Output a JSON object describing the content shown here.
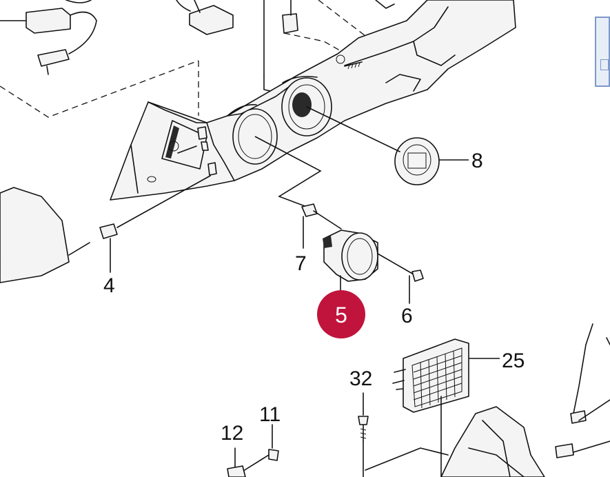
{
  "callouts": {
    "c4": "4",
    "c5": "5",
    "c6": "6",
    "c7": "7",
    "c8": "8",
    "c11": "11",
    "c12": "12",
    "c25": "25",
    "c32": "32"
  },
  "highlight": {
    "number": "5",
    "color": "#c0143c"
  }
}
